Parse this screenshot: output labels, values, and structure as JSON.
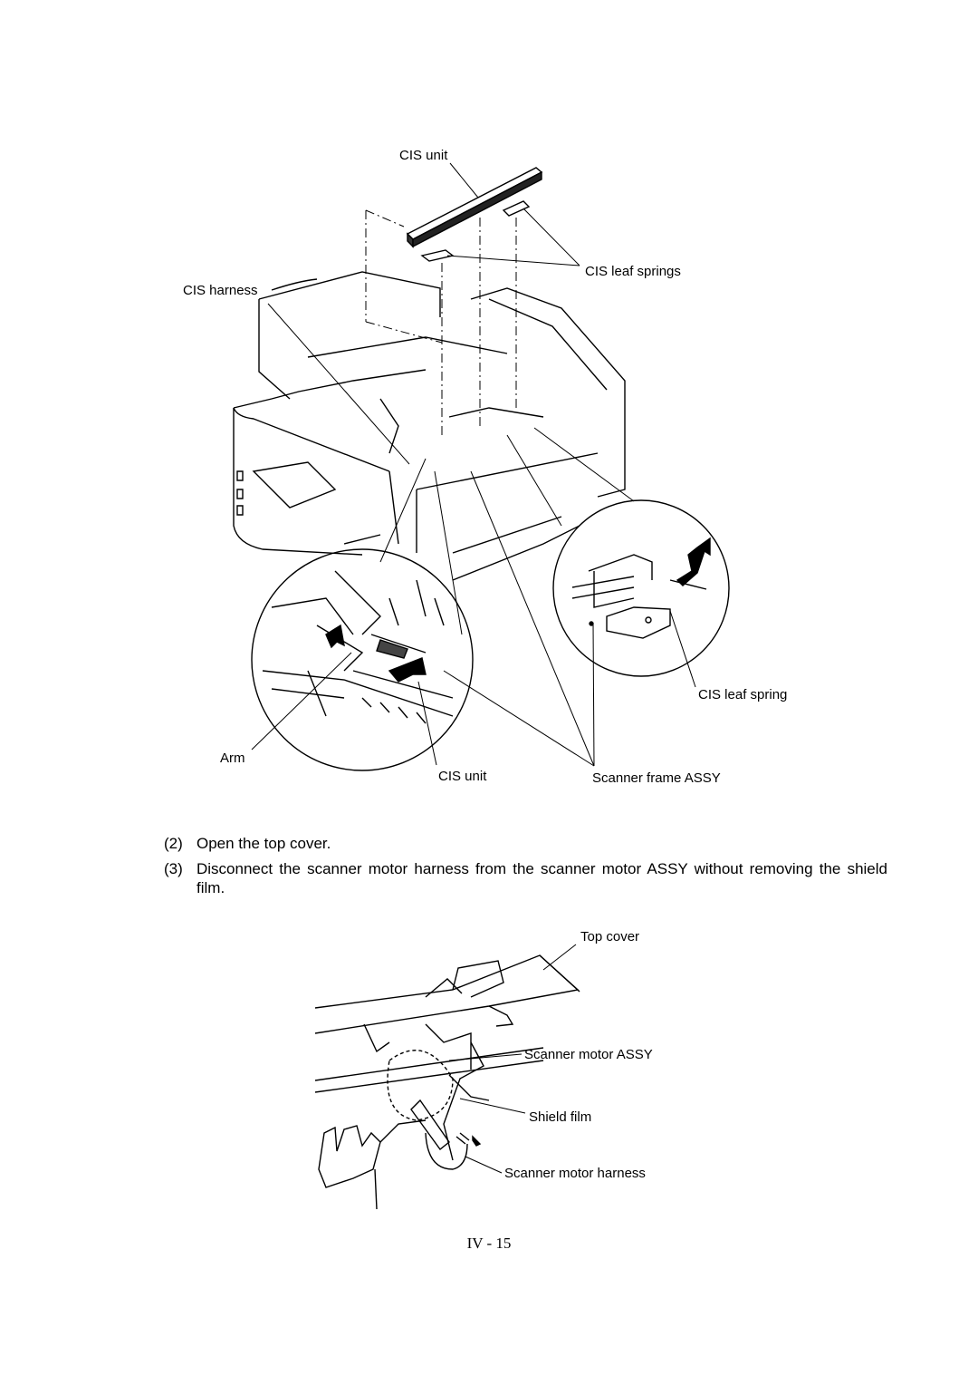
{
  "figure1": {
    "labels": {
      "cis_unit_top": "CIS unit",
      "cis_leaf_springs": "CIS leaf springs",
      "cis_harness": "CIS harness",
      "cis_leaf_spring": "CIS leaf spring",
      "arm": "Arm",
      "cis_unit_bottom": "CIS unit",
      "scanner_frame_assy": "Scanner frame ASSY"
    }
  },
  "steps": [
    {
      "number": "(2)",
      "text": "Open the top cover."
    },
    {
      "number": "(3)",
      "text": "Disconnect the scanner motor harness from the scanner motor ASSY without removing the shield film."
    }
  ],
  "figure2": {
    "labels": {
      "top_cover": "Top cover",
      "scanner_motor_assy": "Scanner motor ASSY",
      "shield_film": "Shield film",
      "scanner_motor_harness": "Scanner motor harness"
    }
  },
  "footer": {
    "page_number": "IV - 15"
  }
}
